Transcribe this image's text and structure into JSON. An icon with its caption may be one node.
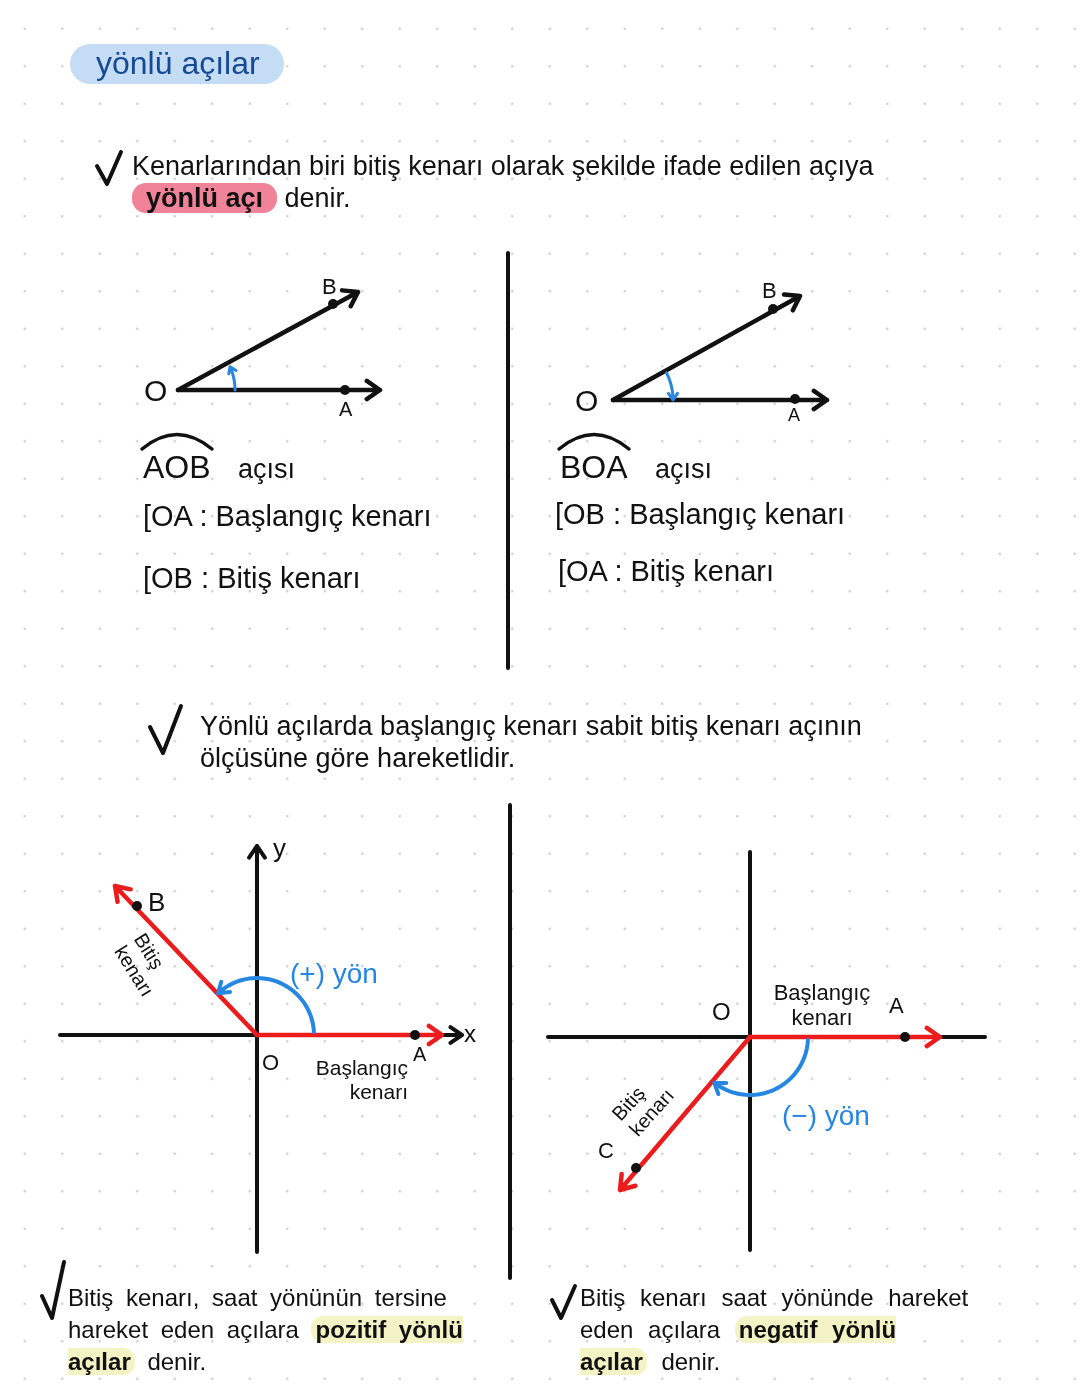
{
  "diagram": {
    "title": "yönlü açılar",
    "labels": [
      "Kenarlarından biri bitiş kenarı olarak şekilde ifade edilen açıya **yönlü açı** denir.",
      "B",
      "O",
      "A",
      "AOB",
      "açısı",
      "[OA : Başlangıç kenarı",
      "[OB : Bitiş kenarı",
      "B",
      "O",
      "A",
      "BOA",
      "açısı",
      "[OB : Başlangıç kenarı",
      "[OA : Bitiş kenarı",
      "Yönlü açılarda başlangıç kenarı sabit bitiş kenarı açının ölçüsüne göre hareketlidir.",
      "y",
      "B",
      "Bitiş kenarı",
      "(+) yön",
      "x",
      "O",
      "Başlangıç kenarı",
      "A",
      "O",
      "Başlangıç kenarı",
      "A",
      "Bitiş kenarı",
      "(−) yön",
      "C",
      "Bitiş kenarı, saat yönünün tersine hareket eden açılara **pozitif yönlü açılar** denir.",
      "Bitiş kenarı saat yönünde hareket eden açılara **negatif yönlü açılar** denir."
    ]
  }
}
